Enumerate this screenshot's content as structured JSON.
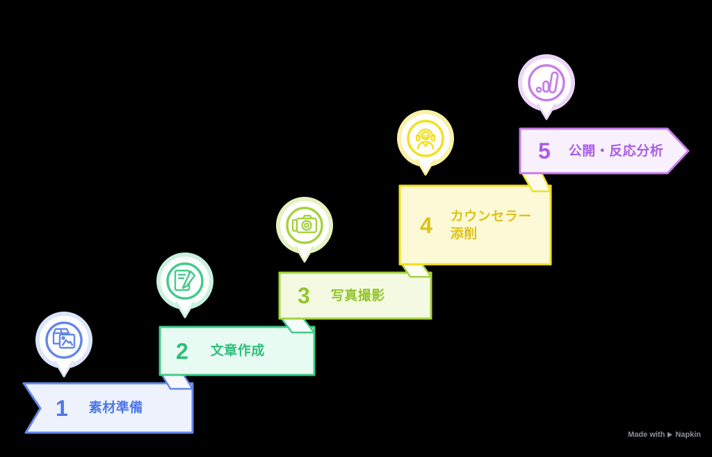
{
  "canvas": {
    "background": "#000000"
  },
  "steps": [
    {
      "number": "1",
      "title": "素材準備",
      "icon": "assets-images-icon",
      "colors": {
        "border": "#6487e8",
        "fill": "#edf2fd",
        "text": "#4f78e6",
        "ring": "#dbe5fa",
        "fold_fill": "#f7f9ff"
      }
    },
    {
      "number": "2",
      "title": "文章作成",
      "icon": "document-edit-icon",
      "colors": {
        "border": "#41cb89",
        "fill": "#e8fbf2",
        "text": "#2fbf7b",
        "ring": "#c9f2de",
        "fold_fill": "#f3fdf9"
      }
    },
    {
      "number": "3",
      "title": "写真撮影",
      "icon": "camera-icon",
      "colors": {
        "border": "#a5d23f",
        "fill": "#f4fae1",
        "text": "#94c52f",
        "ring": "#e4f2c0",
        "fold_fill": "#fbfdf1"
      }
    },
    {
      "number": "4",
      "title": "カウンセラー\n添削",
      "icon": "counselor-icon",
      "colors": {
        "border": "#f2e01d",
        "fill": "#fcf9d6",
        "text": "#ddc218",
        "ring": "#f9f1a4",
        "fold_fill": "#fefce9"
      }
    },
    {
      "number": "5",
      "title": "公開・反応分析",
      "icon": "analytics-icon",
      "colors": {
        "border": "#c77de9",
        "fill": "#f8f0fc",
        "text": "#ab5ce6",
        "ring": "#ecd6f8",
        "fold_fill": "#fdf8ff"
      }
    }
  ],
  "watermark": {
    "prefix": "Made with",
    "brand": "Napkin",
    "color": "#8d9298"
  }
}
